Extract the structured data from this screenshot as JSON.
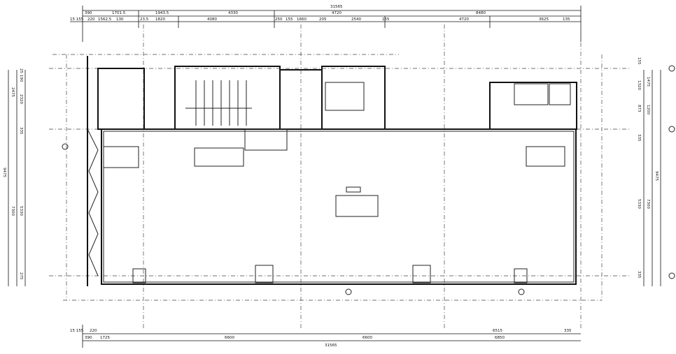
{
  "top_dims": {
    "overall": "31565",
    "row2": [
      "390",
      "1701.5",
      "1943.5",
      "4330",
      "4720",
      "8480"
    ],
    "row3": [
      "15 155",
      "220",
      "1562.5",
      "130",
      "23.5",
      "1820",
      "4080",
      "250",
      "155",
      "1660",
      "205",
      "2540",
      "155",
      "4720",
      "3625",
      "135"
    ]
  },
  "bottom_dims": {
    "row1": [
      "15 155",
      "220",
      "6515",
      "335"
    ],
    "row2": [
      "390",
      "1725",
      "6600",
      "6600",
      "6850"
    ],
    "overall": "31565"
  },
  "left_dims": [
    "9475",
    "2475",
    "7300",
    "25 190",
    "2320",
    "335",
    "5330",
    "275"
  ],
  "right_dims": [
    "155",
    "1320",
    "1475",
    "873",
    "1200",
    "335",
    "9475",
    "7300",
    "5330",
    "335"
  ]
}
